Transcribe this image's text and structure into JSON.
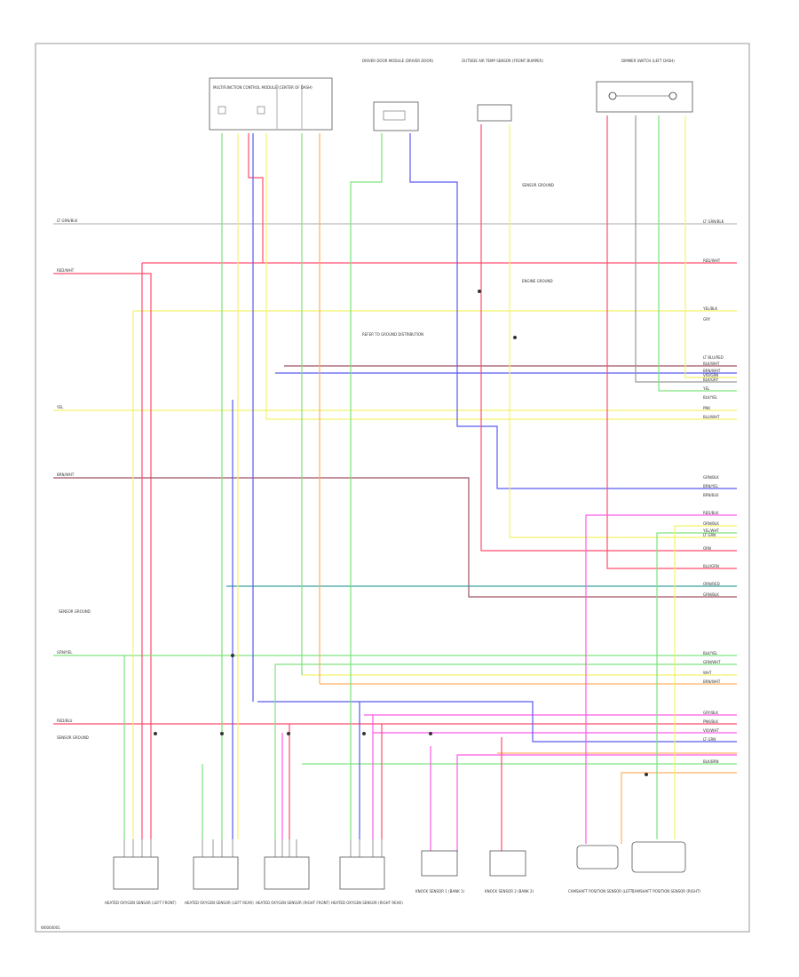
{
  "footer_code": "W0000001",
  "top_components": [
    "MULTIFUNCTION CONTROL MODULE (CENTER OF DASH)",
    "DRIVER DOOR MODULE (DRIVER DOOR)",
    "OUTSIDE AIR TEMP SENSOR (FRONT BUMPER)",
    "DIMMER SWITCH (LEFT DASH)"
  ],
  "bottom_components": [
    "HEATED OXYGEN SENSOR (LEFT FRONT)",
    "HEATED OXYGEN SENSOR (LEFT REAR)",
    "HEATED OXYGEN SENSOR (RIGHT FRONT)",
    "HEATED OXYGEN SENSOR (RIGHT REAR)",
    "KNOCK SENSOR 1 (BANK 1)",
    "KNOCK SENSOR 2 (BANK 2)",
    "CAMSHAFT POSITION SENSOR (LEFT)",
    "CAMSHAFT POSITION SENSOR (RIGHT)"
  ],
  "left_wire_labels": [
    "LT GRN/BLK",
    "RED/WHT",
    "YEL",
    "BRN/WHT",
    "GRN/YEL",
    "RED/BLU"
  ],
  "right_wire_labels": [
    "LT GRN/BLK",
    "RED/WHT",
    "YEL/BLK",
    "GRY",
    "LT BLU/RED",
    "BLK/WHT",
    "BRN/WHT",
    "VIO/GRN",
    "BLK/GRY",
    "YEL",
    "BLK/YEL",
    "PNK",
    "BLU/WHT",
    "GRN/BLK",
    "BRN/YEL",
    "BRN/BLK",
    "RED/BLK",
    "ORN/BLK",
    "YEL/WHT",
    "LT GRN",
    "ORN",
    "BLU/GRN",
    "ORN/RED",
    "GRN/BLK",
    "BLK/YEL",
    "GRN/WHT",
    "WHT",
    "BRN/WHT",
    "GRY/BLK",
    "PNK/BLK",
    "VIO/WHT",
    "LT GRN",
    "BLK/BRN"
  ],
  "notes": [
    "SENSOR GROUND",
    "ENGINE GROUND",
    "REFER TO GROUND DISTRIBUTION",
    "SENSOR GROUND",
    "SENSOR GROUND"
  ],
  "colors": {
    "red": "#ff4d6d",
    "yellow": "#f2f26a",
    "green": "#7de37d",
    "blue": "#5a5af0",
    "magenta": "#ff5ae6",
    "brown": "#a05060",
    "orange": "#ffb060",
    "teal": "#3aa0a0",
    "gray": "#999999"
  }
}
